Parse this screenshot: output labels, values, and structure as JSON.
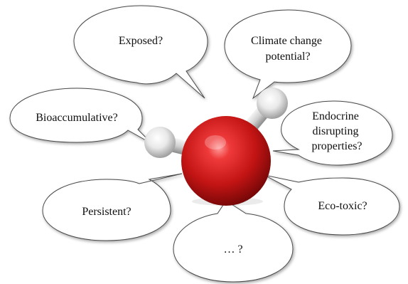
{
  "molecule": {
    "central_atom_color": "#cc1a1a",
    "bond_atom_color": "#e6e6e6",
    "icon": "water-molecule-icon"
  },
  "bubbles": {
    "exposed": {
      "lines": [
        "Exposed?"
      ]
    },
    "climate": {
      "lines": [
        "Climate change",
        "potential?"
      ]
    },
    "bioaccumulative": {
      "lines": [
        "Bioaccumulative?"
      ]
    },
    "endocrine": {
      "lines": [
        "Endocrine",
        "disrupting",
        "properties?"
      ]
    },
    "persistent": {
      "lines": [
        "Persistent?"
      ]
    },
    "ecotoxic": {
      "lines": [
        "Eco-toxic?"
      ]
    },
    "other": {
      "lines": [
        "… ?"
      ]
    }
  }
}
